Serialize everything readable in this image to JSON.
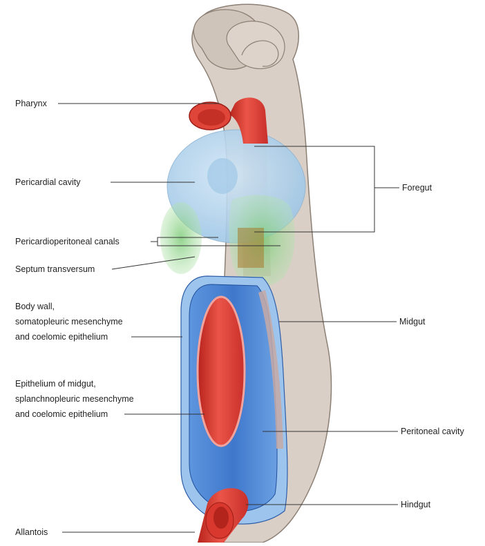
{
  "labels": {
    "pharynx": "Pharynx",
    "pericardial_cavity": "Pericardial cavity",
    "pericardioperitoneal_canals": "Pericardioperitoneal canals",
    "septum_transversum": "Septum transversum",
    "body_wall": [
      "Body wall,",
      "somatopleuric mesenchyme",
      "and coelomic epithelium"
    ],
    "epithelium_midgut": [
      "Epithelium of midgut,",
      "splanchnopleuric mesenchyme",
      "and coelomic epithelium"
    ],
    "allantois": "Allantois",
    "foregut": "Foregut",
    "midgut": "Midgut",
    "peritoneal_cavity": "Peritoneal cavity",
    "hindgut": "Hindgut"
  },
  "colors": {
    "embryo_body": "#d9cfc6",
    "embryo_outline": "#8c7f74",
    "gut_red": "#e0453a",
    "pericardium_blue": "#b7d6ec",
    "canal_green": "#8fd08a",
    "coelom_blue": "#4f86d6",
    "coelom_light": "#9cc4ec"
  }
}
